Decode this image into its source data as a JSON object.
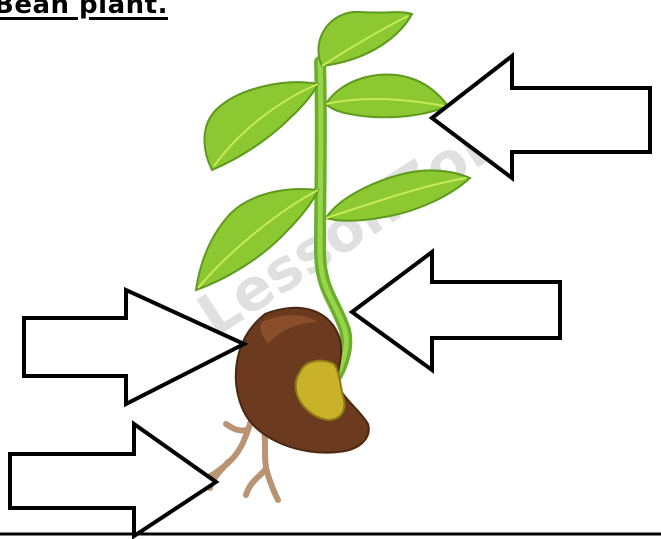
{
  "title": "Bean plant.",
  "watermark": "LessonZone",
  "colors": {
    "leaf": "#8cc832",
    "leaf_highlight": "#c7ea5a",
    "leaf_stroke": "#5e9a1c",
    "stem": "#7cc23a",
    "seed_coat": "#6b3a1f",
    "seed_highlight": "#8a4e2a",
    "cotyledon": "#c9b12a",
    "root": "#b89474",
    "arrow_stroke": "#000000",
    "arrow_fill": "#ffffff"
  },
  "arrows": [
    {
      "id": "leaves",
      "direction": "left",
      "label": ""
    },
    {
      "id": "stem",
      "direction": "left",
      "label": ""
    },
    {
      "id": "seed-coat",
      "direction": "right",
      "label": ""
    },
    {
      "id": "roots",
      "direction": "right",
      "label": ""
    }
  ]
}
